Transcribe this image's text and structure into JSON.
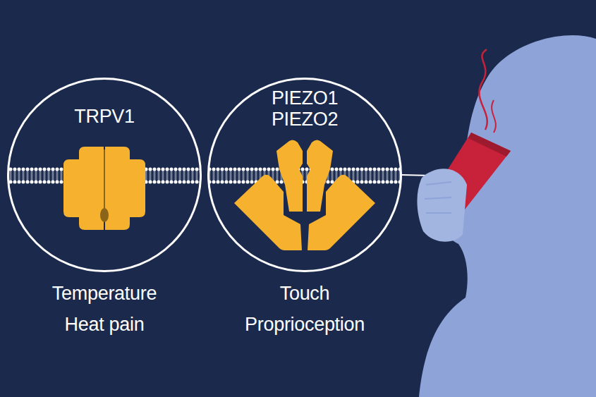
{
  "diagram": {
    "nodes": [
      {
        "text": [
          "TRPV1",
          "Temperature Heat pain"
        ]
      },
      {
        "text": [
          "PIEZO1 PIEZO2",
          "Touch Proprioception"
        ]
      }
    ]
  }
}
